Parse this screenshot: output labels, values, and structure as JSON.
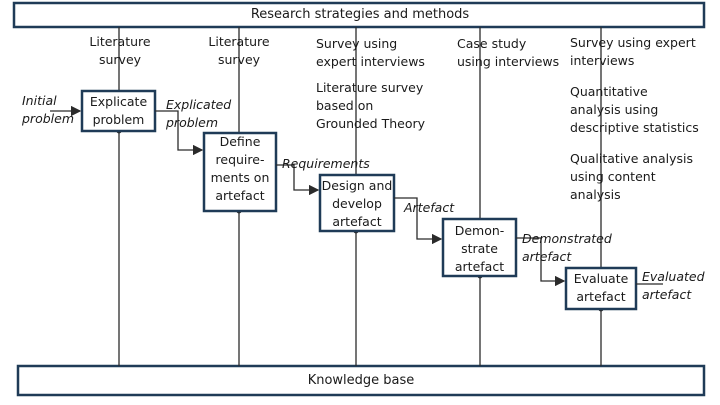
{
  "header_bar": {
    "label": "Research strategies and methods"
  },
  "footer_bar": {
    "label": "Knowledge base"
  },
  "methods": {
    "literature_survey_1": [
      "Literature",
      "survey"
    ],
    "literature_survey_2": [
      "Literature",
      "survey"
    ],
    "survey_expert_interviews": [
      "Survey using",
      "expert interviews"
    ],
    "lit_survey_grounded": [
      "Literature survey",
      "based on",
      "Grounded Theory"
    ],
    "case_study": [
      "Case study",
      "using interviews"
    ],
    "survey_expert_interviews_2": [
      "Survey using expert",
      "interviews"
    ],
    "quantitative": [
      "Quantitative",
      "analysis using",
      "descriptive statistics"
    ],
    "qualitative": [
      "Qualitative analysis",
      "using content",
      "analysis"
    ]
  },
  "activities": {
    "explicate": [
      "Explicate",
      "problem"
    ],
    "define": [
      "Define",
      "require-",
      "ments on",
      "artefact"
    ],
    "design": [
      "Design and",
      "develop",
      "artefact"
    ],
    "demonstrate": [
      "Demon-",
      "strate",
      "artefact"
    ],
    "evaluate": [
      "Evaluate",
      "artefact"
    ]
  },
  "flows": {
    "initial": [
      "Initial",
      "problem"
    ],
    "explicated": [
      "Explicated",
      "problem"
    ],
    "requirements": [
      "Requirements"
    ],
    "artefact": [
      "Artefact"
    ],
    "demonstrated": [
      "Demonstrated",
      "artefact"
    ],
    "evaluated": [
      "Evaluated",
      "artefact"
    ]
  },
  "colors": {
    "border": "#1f3b57",
    "line": "#2b2b2b",
    "text": "#1a1a1a"
  }
}
